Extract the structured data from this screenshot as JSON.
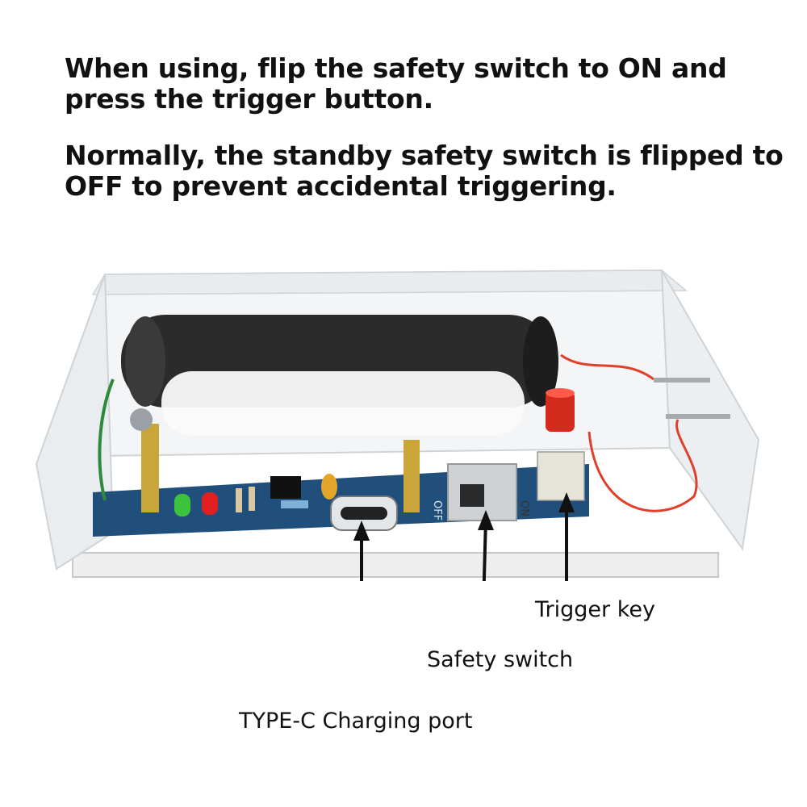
{
  "instructions": [
    "When using, flip the safety switch to ON and press the trigger button.",
    "Normally, the standby safety switch is flipped to OFF to prevent accidental triggering."
  ],
  "callouts": {
    "trigger_key": "Trigger key",
    "safety_switch": "Safety switch",
    "typec_port": "TYPE-C Charging port"
  },
  "board_markings": {
    "off": "OFF",
    "on": "ON"
  },
  "colors": {
    "pcb": "#1f4f7a",
    "coil": "#2b2b2b",
    "trigger_button": "#d42b1f",
    "wire": "#e0402a",
    "led_green": "#3cc23c",
    "led_red": "#e02020"
  }
}
